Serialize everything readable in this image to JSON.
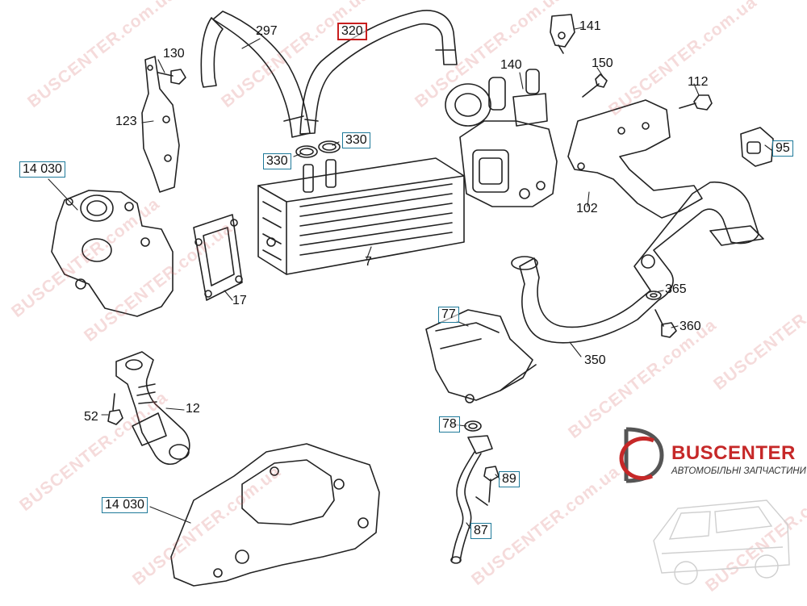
{
  "watermark": {
    "brand": "BUSCENTER",
    "domain": ".com.ua",
    "color": "#d25a5a"
  },
  "logo": {
    "name": "BUSCENTER",
    "subtitle": "АВТОМОБІЛЬНІ ЗАПЧАСТИНИ",
    "accent_color": "#c62828"
  },
  "highlight_color": "#c81e1e",
  "box_color": "#1f7a9a",
  "callouts": {
    "p297": "297",
    "p320": "320",
    "p141": "141",
    "p130": "130",
    "p140": "140",
    "p150": "150",
    "p112": "112",
    "p123": "123",
    "p330a": "330",
    "p330b": "330",
    "p95": "95",
    "p14030a": "14 030",
    "p102": "102",
    "p7": "7",
    "p17": "17",
    "p365": "365",
    "p77": "77",
    "p360": "360",
    "p350": "350",
    "p12": "12",
    "p52": "52",
    "p78": "78",
    "p89": "89",
    "p14030b": "14 030",
    "p87": "87"
  }
}
